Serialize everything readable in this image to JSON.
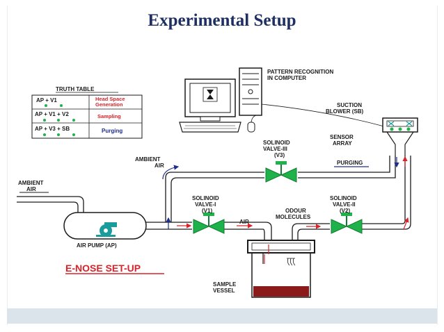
{
  "slide": {
    "title": "Experimental Setup"
  },
  "truth_table": {
    "heading": "TRUTH TABLE",
    "rows": [
      {
        "inputs": "AP + V1",
        "function_line1": "Head Space",
        "function_line2": "Generation"
      },
      {
        "inputs": "AP + V1 + V2",
        "function_line1": "Sampling",
        "function_line2": ""
      },
      {
        "inputs": "AP + V3 + SB",
        "function_line1": "Purging",
        "function_line2": ""
      }
    ]
  },
  "labels": {
    "computer_line1": "PATTERN RECOGNITION",
    "computer_line2": "IN COMPUTER",
    "suction_line1": "SUCTION",
    "suction_line2": "BLOWER (SB)",
    "sensor_line1": "SENSOR",
    "sensor_line2": "ARRAY",
    "valve3_line1": "SOLINOID",
    "valve3_line2": "VALVE-III",
    "valve3_line3": "(V3)",
    "ambient_top_line1": "AMBIENT",
    "ambient_top_line2": "AIR",
    "purging": "PURGING",
    "ambient_left_line1": "AMBIENT",
    "ambient_left_line2": "AIR",
    "valve1_line1": "SOLINOID",
    "valve1_line2": "VALVE-I",
    "valve1_line3": "(V1)",
    "odour_line1": "ODOUR",
    "odour_line2": "MOLECULES",
    "valve2_line1": "SOLINOID",
    "valve2_line2": "VALVE-II",
    "valve2_line3": "(V2)",
    "air": "AIR",
    "air_pump": "AIR PUMP (AP)",
    "enose": "E-NOSE SET-UP",
    "sample_line1": "SAMPLE",
    "sample_line2": "VESSEL"
  },
  "colors": {
    "title": "#1e2f63",
    "valve": "#1fb24a",
    "pump": "#1a9c9c",
    "flow_red": "#d8232a",
    "flow_blue": "#1d2d8a",
    "sample": "#8b1a1a"
  }
}
